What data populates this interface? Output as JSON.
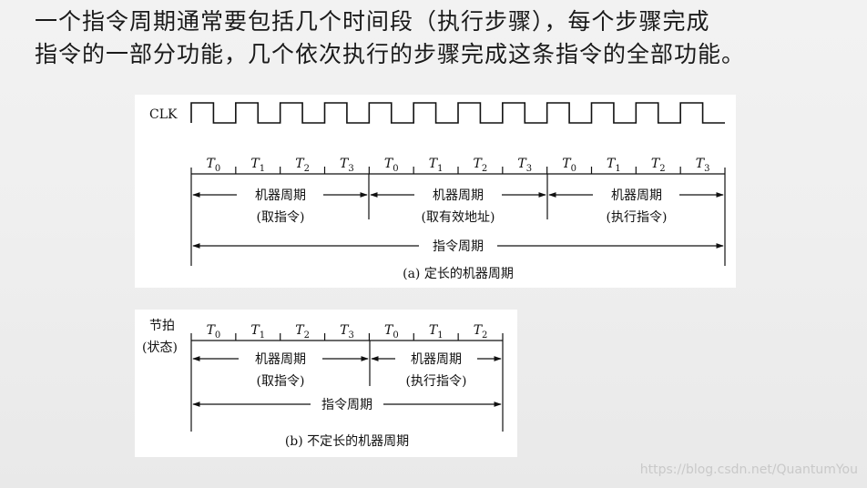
{
  "intro": {
    "line1": "一个指令周期通常要包括几个时间段（执行步骤），每个步骤完成",
    "line2": "指令的一部分功能，几个依次执行的步骤完成这条指令的全部功能。"
  },
  "diagram_a": {
    "clk_label": "CLK",
    "ticks": [
      "T0",
      "T1",
      "T2",
      "T3",
      "T0",
      "T1",
      "T2",
      "T3",
      "T0",
      "T1",
      "T2",
      "T3"
    ],
    "machine_cycles": [
      {
        "name": "机器周期",
        "sub": "(取指令)"
      },
      {
        "name": "机器周期",
        "sub": "(取有效地址)"
      },
      {
        "name": "机器周期",
        "sub": "(执行指令)"
      }
    ],
    "instruction_cycle": "指令周期",
    "caption": "(a) 定长的机器周期"
  },
  "diagram_b": {
    "row_label_1": "节拍",
    "row_label_2": "(状态)",
    "ticks": [
      "T0",
      "T1",
      "T2",
      "T3",
      "T0",
      "T1",
      "T2"
    ],
    "machine_cycles": [
      {
        "name": "机器周期",
        "sub": "(取指令)"
      },
      {
        "name": "机器周期",
        "sub": "(执行指令)"
      }
    ],
    "instruction_cycle": "指令周期",
    "caption": "(b) 不定长的机器周期"
  },
  "watermark": "https://blog.csdn.net/QuantumYou"
}
